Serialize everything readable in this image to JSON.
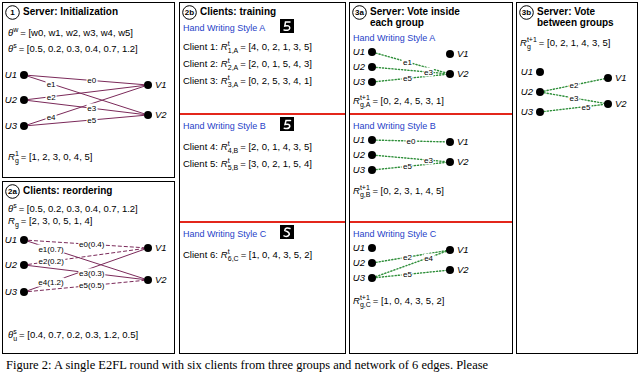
{
  "diagram": {
    "caption": "Figure 2: A single E2FL round with six clients from three groups and network of 6 edges. Please",
    "nodes": [
      {
        "text": [
          "Server: Initialization"
        ]
      },
      {
        "text": [
          "1"
        ],
        "in": 0
      },
      {
        "text": [
          "U1"
        ],
        "in": 0
      },
      {
        "text": [
          "U2"
        ],
        "in": 0
      },
      {
        "text": [
          "U3"
        ],
        "in": 0
      },
      {
        "text": [
          "V1"
        ],
        "in": 0
      },
      {
        "text": [
          "V2"
        ],
        "in": 0
      },
      {
        "text": [
          "Clients: reordering"
        ]
      },
      {
        "text": [
          "2a"
        ],
        "in": 7
      },
      {
        "text": [
          "U1"
        ],
        "in": 7
      },
      {
        "text": [
          "U2"
        ],
        "in": 7
      },
      {
        "text": [
          "U3"
        ],
        "in": 7
      },
      {
        "text": [
          "V1"
        ],
        "in": 7
      },
      {
        "text": [
          "V2"
        ],
        "in": 7
      },
      {
        "text": [
          "Clients: training"
        ]
      },
      {
        "text": [
          "2b"
        ],
        "in": 14
      },
      {
        "text": [
          "Server: Vote inside each group"
        ]
      },
      {
        "text": [
          "3a"
        ],
        "in": 16
      },
      {
        "text": [
          "U1"
        ],
        "in": 16
      },
      {
        "text": [
          "U2"
        ],
        "in": 16
      },
      {
        "text": [
          "U3"
        ],
        "in": 16
      },
      {
        "text": [
          "V1"
        ],
        "in": 16
      },
      {
        "text": [
          "V2"
        ],
        "in": 16
      },
      {
        "text": [
          "U1"
        ],
        "in": 16
      },
      {
        "text": [
          "U2"
        ],
        "in": 16
      },
      {
        "text": [
          "U3"
        ],
        "in": 16
      },
      {
        "text": [
          "V1"
        ],
        "in": 16
      },
      {
        "text": [
          "V2"
        ],
        "in": 16
      },
      {
        "text": [
          "U1"
        ],
        "in": 16
      },
      {
        "text": [
          "U2"
        ],
        "in": 16
      },
      {
        "text": [
          "U3"
        ],
        "in": 16
      },
      {
        "text": [
          "V1"
        ],
        "in": 16
      },
      {
        "text": [
          "V2"
        ],
        "in": 16
      },
      {
        "text": [
          "Server: Vote between groups"
        ]
      },
      {
        "text": [
          "3b"
        ],
        "in": 33
      },
      {
        "text": [
          "U1"
        ],
        "in": 33
      },
      {
        "text": [
          "U2"
        ],
        "in": 33
      },
      {
        "text": [
          "U3"
        ],
        "in": 33
      },
      {
        "text": [
          "V1"
        ],
        "in": 33
      },
      {
        "text": [
          "V2"
        ],
        "in": 33
      }
    ],
    "edges": [
      {
        "from": 2,
        "to": 5,
        "arrow": "none",
        "label": "e0"
      },
      {
        "from": 2,
        "to": 6,
        "arrow": "none",
        "label": "e1"
      },
      {
        "from": 3,
        "to": 5,
        "arrow": "none",
        "label": "e2"
      },
      {
        "from": 3,
        "to": 6,
        "arrow": "none",
        "label": "e3"
      },
      {
        "from": 4,
        "to": 5,
        "arrow": "none",
        "label": "e4"
      },
      {
        "from": 4,
        "to": 6,
        "arrow": "none",
        "label": "e5"
      },
      {
        "from": 9,
        "to": 12,
        "arrow": "none",
        "label": "e0(0.4)"
      },
      {
        "from": 9,
        "to": 13,
        "arrow": "none",
        "label": "e1(0.7)"
      },
      {
        "from": 10,
        "to": 12,
        "arrow": "none",
        "label": "e2(0.2)"
      },
      {
        "from": 10,
        "to": 13,
        "arrow": "none",
        "label": "e3(0.3)"
      },
      {
        "from": 11,
        "to": 12,
        "arrow": "none",
        "label": "e4(1.2)"
      },
      {
        "from": 11,
        "to": 13,
        "arrow": "none",
        "label": "e5(0.5)"
      },
      {
        "from": 18,
        "to": 22,
        "arrow": "none",
        "label": "e1"
      },
      {
        "from": 19,
        "to": 22,
        "arrow": "none",
        "label": "e3"
      },
      {
        "from": 20,
        "to": 22,
        "arrow": "none",
        "label": "e5"
      },
      {
        "from": 23,
        "to": 26,
        "arrow": "none",
        "label": "e0"
      },
      {
        "from": 24,
        "to": 27,
        "arrow": "none",
        "label": "e3"
      },
      {
        "from": 25,
        "to": 27,
        "arrow": "none",
        "label": "e5"
      },
      {
        "from": 29,
        "to": 31,
        "arrow": "none",
        "label": "e2"
      },
      {
        "from": 30,
        "to": 31,
        "arrow": "none",
        "label": "e4"
      },
      {
        "from": 30,
        "to": 32,
        "arrow": "none",
        "label": "e5"
      },
      {
        "from": 36,
        "to": 38,
        "arrow": "none",
        "label": "e2"
      },
      {
        "from": 36,
        "to": 39,
        "arrow": "none",
        "label": "e3"
      },
      {
        "from": 37,
        "to": 39,
        "arrow": "none",
        "label": "e5"
      }
    ],
    "labels": [
      "θ",
      "w",
      "= [w0, w1, w2, w3, w4, w5]",
      "θ",
      "s",
      "= [0.5, 0.2, 0.3, 0.4, 0.7, 1.2]",
      "R",
      "1",
      "g",
      "= [1, 2, 3, 0, 4, 5]",
      "θ",
      "s",
      "= [0.5, 0.2, 0.3, 0.4, 0.7, 1.2]",
      "R",
      "g",
      "= [2, 3, 0, 5, 1, 4]",
      "θ",
      "s",
      "u",
      "= [0.4, 0.7, 0.2, 0.3, 1.2, 0.5]",
      "Hand Writing Style A",
      "Client 1:",
      "R",
      "t",
      "1,A",
      "= [4, 0, 2, 1, 3, 5]",
      "Client 2:",
      "R",
      "t",
      "2,A",
      "= [2, 0, 1, 5, 4, 3]",
      "Client 3:",
      "R",
      "t",
      "3,A",
      "= [0, 2, 5, 3, 4, 1]",
      "Hand Writing Style B",
      "Client 4:",
      "R",
      "t",
      "4,B",
      "= [2, 0, 1, 4, 3, 5]",
      "Client 5:",
      "R",
      "t",
      "5,B",
      "= [3, 0, 2, 1, 5, 4]",
      "Hand Writing Style C",
      "Client 6:",
      "R",
      "t",
      "6,C",
      "= [1, 0, 4, 3, 5, 2]",
      "Hand Writing Style A",
      "R",
      "t+1",
      "g,A",
      "= [0, 2, 4, 5, 3, 1]",
      "Hand Writing Style B",
      "R",
      "t+1",
      "g,B",
      "= [0, 2, 3, 1, 4, 5]",
      "Hand Writing Style C",
      "R",
      "t+1",
      "g,C",
      "= [1, 0, 4, 3, 5, 2]",
      "R",
      "t+1",
      "g",
      "= [0, 2, 1, 4, 3, 5]"
    ]
  }
}
